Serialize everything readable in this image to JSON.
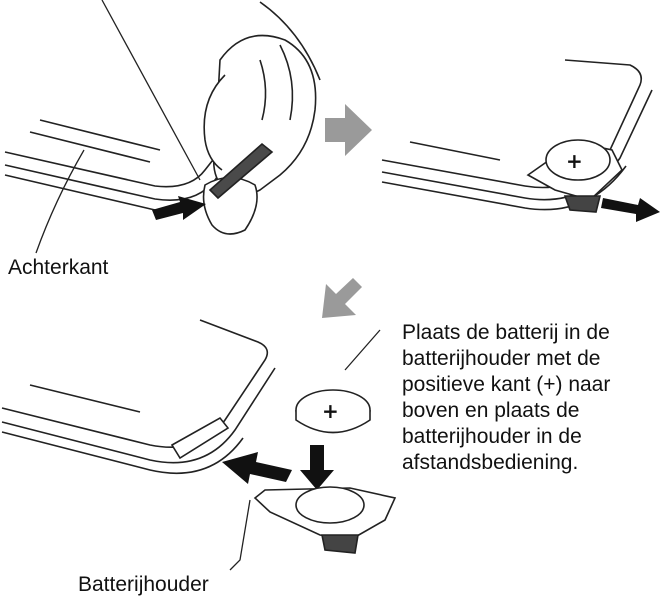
{
  "labels": {
    "back_side": "Achterkant",
    "battery_holder": "Batterijhouder",
    "instruction_lines": [
      "Plaats de batterij in de",
      "batterijhouder met de",
      "positieve kant (+) naar",
      "boven en plaats de",
      "batterijhouder in de",
      "afstandsbediening."
    ],
    "plus_symbol": "+"
  },
  "colors": {
    "line": "#222222",
    "step_arrow": "#9a9a9a",
    "action_arrow": "#111111"
  }
}
